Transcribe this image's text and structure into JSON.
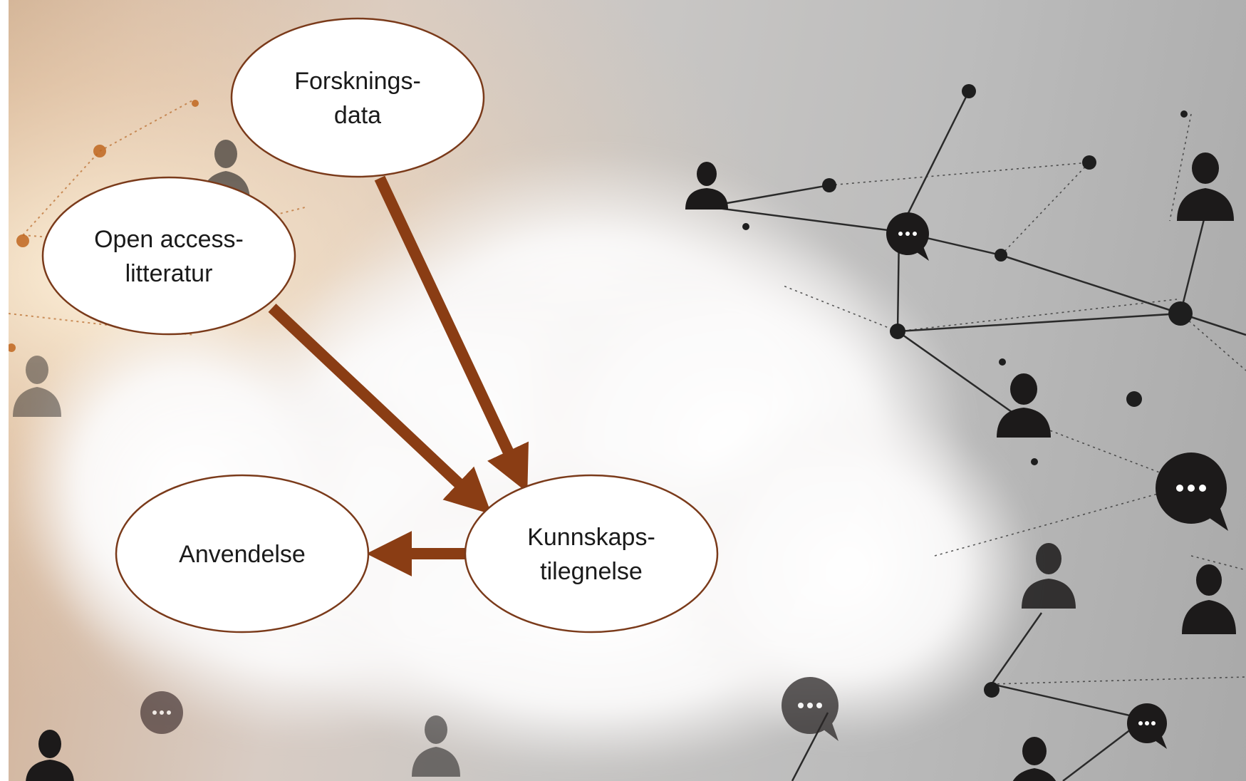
{
  "diagram": {
    "nodes": [
      {
        "id": "forskningsdata",
        "lines": [
          "Forsknings-",
          "data"
        ]
      },
      {
        "id": "open-access",
        "lines": [
          "Open access-",
          "litteratur"
        ]
      },
      {
        "id": "kunnskapstilegnelse",
        "lines": [
          "Kunnskaps-",
          "tilegnelse"
        ]
      },
      {
        "id": "anvendelse",
        "lines": [
          "Anvendelse"
        ]
      }
    ],
    "edges": [
      {
        "from": "open-access",
        "to": "kunnskapstilegnelse"
      },
      {
        "from": "forskningsdata",
        "to": "kunnskapstilegnelse"
      },
      {
        "from": "kunnskapstilegnelse",
        "to": "anvendelse"
      }
    ],
    "colors": {
      "arrow": "#8a3d14",
      "node_border": "#7a3a1a",
      "node_fill": "#ffffff"
    }
  }
}
